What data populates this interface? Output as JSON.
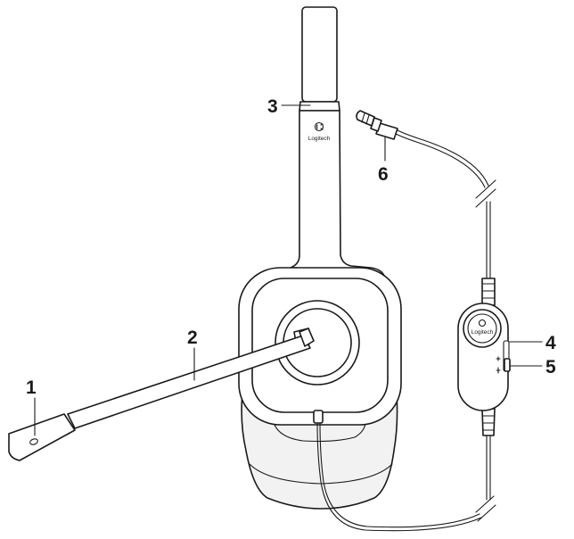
{
  "callouts": {
    "c1": "1",
    "c2": "2",
    "c3": "3",
    "c4": "4",
    "c5": "5",
    "c6": "6"
  },
  "brand": {
    "headband_logo_text": "Logitech",
    "controller_logo_text": "Logitech"
  },
  "colors": {
    "ink": "#1a1a1a",
    "background": "#ffffff",
    "cushion_shade": "#f2f2f2"
  }
}
